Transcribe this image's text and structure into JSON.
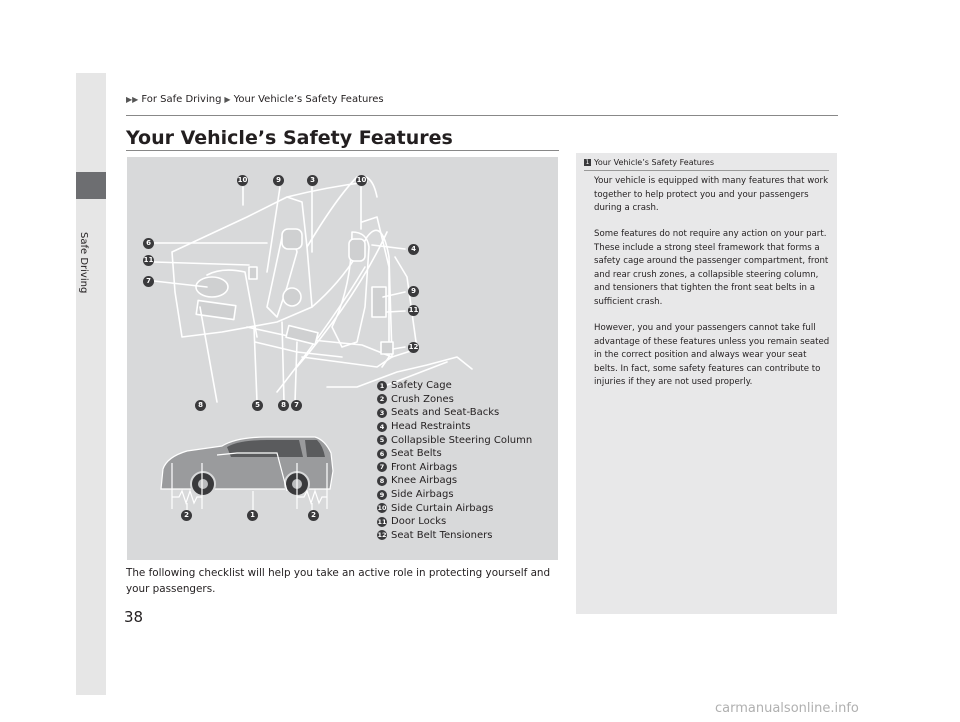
{
  "sidebar_tab": {
    "label": "Safe Driving"
  },
  "breadcrumb": {
    "items": [
      "For Safe Driving",
      "Your Vehicle’s Safety Features"
    ]
  },
  "page": {
    "title": "Your Vehicle’s Safety Features",
    "number": "38"
  },
  "figure": {
    "legend": [
      {
        "num": "1",
        "label": "Safety Cage"
      },
      {
        "num": "2",
        "label": "Crush Zones"
      },
      {
        "num": "3",
        "label": "Seats and Seat-Backs"
      },
      {
        "num": "4",
        "label": "Head Restraints"
      },
      {
        "num": "5",
        "label": "Collapsible Steering Column"
      },
      {
        "num": "6",
        "label": "Seat Belts"
      },
      {
        "num": "7",
        "label": "Front Airbags"
      },
      {
        "num": "8",
        "label": "Knee Airbags"
      },
      {
        "num": "9",
        "label": "Side Airbags"
      },
      {
        "num": "10",
        "label": "Side Curtain Airbags"
      },
      {
        "num": "11",
        "label": "Door Locks"
      },
      {
        "num": "12",
        "label": "Seat Belt Tensioners"
      }
    ],
    "colors": {
      "background": "#d8d9da",
      "marker": "#3a3a3c"
    }
  },
  "body_text": "The following checklist will help you take an active role in protecting yourself and your passengers.",
  "sidebar_note": {
    "heading_icon": "1",
    "heading": "Your Vehicle’s Safety Features",
    "paragraphs": [
      "Your vehicle is equipped with many features that work together to help protect you and your passengers during a crash.",
      "Some features do not require any action on your part. These include a strong steel framework that forms a safety cage around the passenger compartment, front and rear crush zones, a collapsible steering column, and tensioners that tighten the front seat belts in a sufficient crash.",
      "However, you and your passengers cannot take full advantage of these features unless you remain seated in the correct position and always wear your seat belts. In fact, some safety features can contribute to injuries if they are not used properly."
    ]
  },
  "watermark": "carmanualsonline.info"
}
